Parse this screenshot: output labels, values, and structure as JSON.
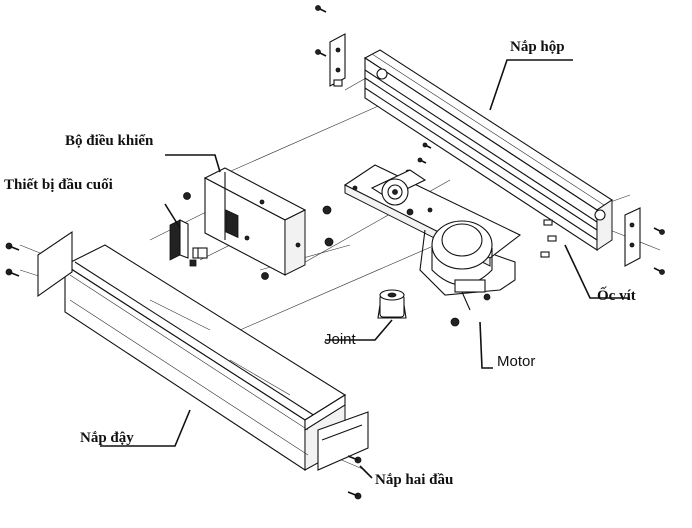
{
  "labels": {
    "cover_box": "Nắp hộp",
    "controller": "Bộ điều khiển",
    "terminal": "Thiết bị đầu cuối",
    "screws": "Ốc vít",
    "joint": "Joint",
    "motor": "Motor",
    "bottom_cover": "Nắp đậy",
    "end_caps": "Nắp hai đầu"
  }
}
